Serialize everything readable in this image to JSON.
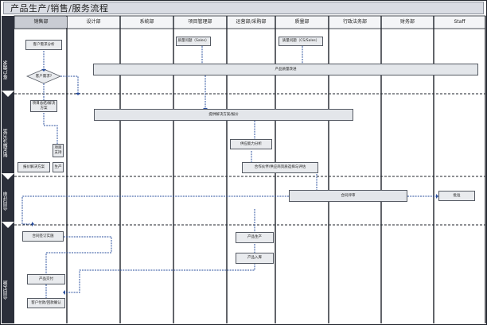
{
  "title": "产品生产/销售/服务流程",
  "columns": [
    "销售部",
    "设计部",
    "系统部",
    "项目管理部",
    "运营部/采购部",
    "质量部",
    "行政法务部",
    "财务部",
    "Staff"
  ],
  "phases": [
    "客户需求",
    "制定解决方案",
    "合同评审",
    "合同实施"
  ],
  "nodes": {
    "n1": "客户需求分析",
    "n2": "质量问题（Sales）",
    "n3": "质量问题（CS/Sales）",
    "n4": "客户需求?",
    "n5": "产品质量改进",
    "n6": "项目总结/解决方案",
    "n7": "提供解决方案/报价",
    "n8": "供应能力分析",
    "n9": "项目支持",
    "n10": "生产",
    "n11": "报价解决方案",
    "n12": "合作伙伴/供应商资质选择与评估",
    "n13": "合同评审",
    "n14": "批准",
    "n15": "合同签订实施",
    "n16": "产品生产",
    "n17": "产品入库",
    "n18": "产品交付",
    "n19": "客户付款/回款确认"
  },
  "colors": {
    "line": "#2a4f9e",
    "phase_bar": "#2b2f3a",
    "frame": "#1f232b"
  }
}
